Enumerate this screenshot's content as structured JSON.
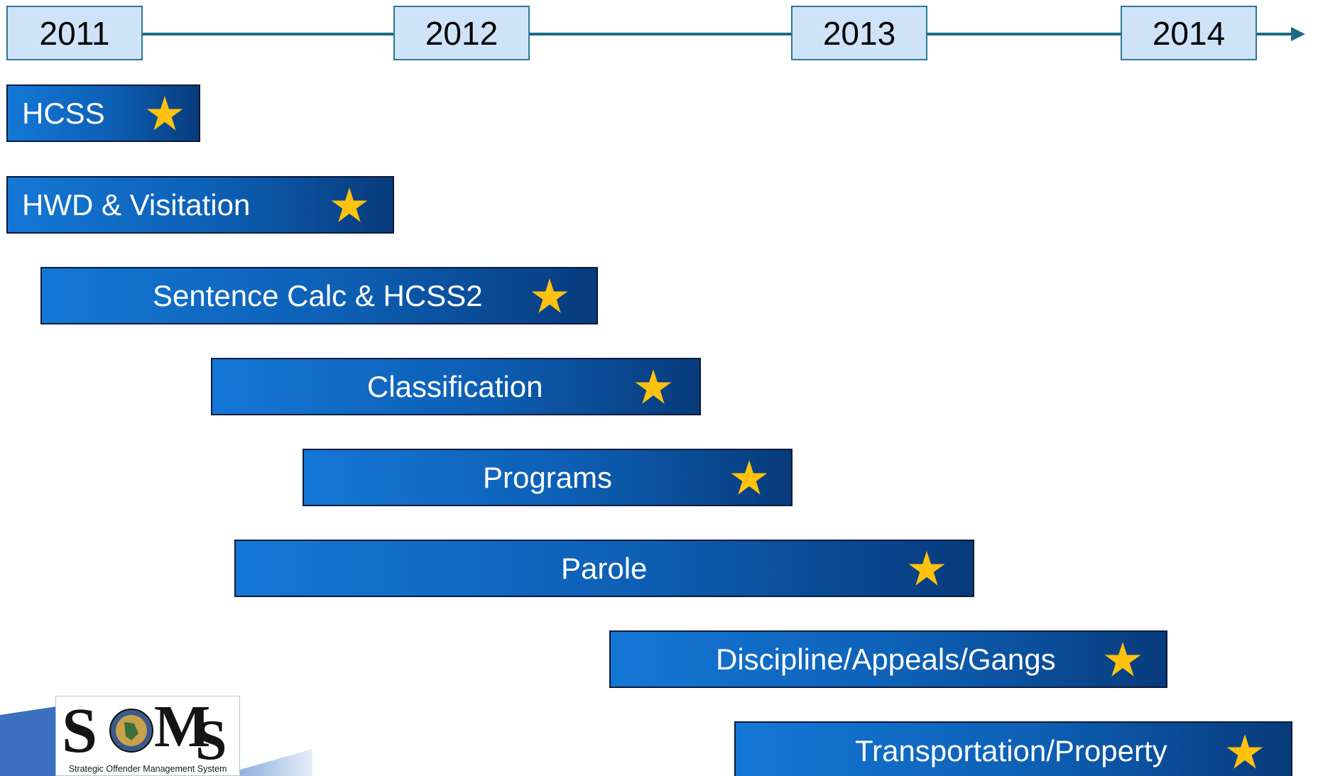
{
  "timeline": {
    "years": [
      "2011",
      "2012",
      "2013",
      "2014"
    ],
    "line_color": "#1c6a83",
    "year_box_fill": "#cfe3f8"
  },
  "phases": [
    {
      "label": "HCSS",
      "completed_icon": "star-icon"
    },
    {
      "label": "HWD & Visitation",
      "completed_icon": "star-icon"
    },
    {
      "label": "Sentence Calc & HCSS2",
      "completed_icon": "star-icon"
    },
    {
      "label": "Classification",
      "completed_icon": "star-icon"
    },
    {
      "label": "Programs",
      "completed_icon": "star-icon"
    },
    {
      "label": "Parole",
      "completed_icon": "star-icon"
    },
    {
      "label": "Discipline/Appeals/Gangs",
      "completed_icon": "star-icon"
    },
    {
      "label": "Transportation/Property",
      "completed_icon": "star-icon"
    }
  ],
  "colors": {
    "bar_light": "#1477d6",
    "bar_dark": "#083b7c",
    "star": "#ffc20e"
  },
  "logo": {
    "letters": "SOMS",
    "caption": "Strategic Offender Management System"
  }
}
